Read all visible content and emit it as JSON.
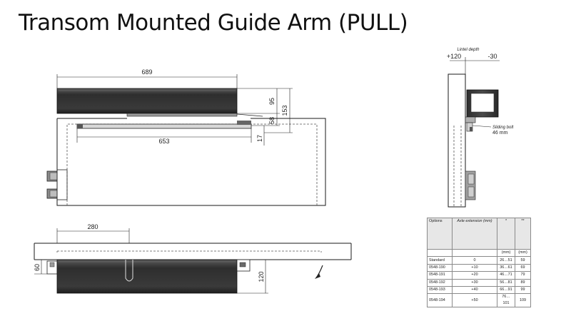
{
  "title": "Transom Mounted Guide Arm (PULL)",
  "front_view": {
    "dim_overall": "689",
    "dim_rail": "653",
    "dim_95": "95",
    "dim_153": "153",
    "dim_58": "58",
    "dim_17": "17"
  },
  "top_view": {
    "dim_280": "280",
    "dim_60": "60",
    "dim_120": "120"
  },
  "side_view": {
    "lintel_label": "Lintel depth",
    "lintel_plus": "+120",
    "lintel_minus": "-30",
    "bolt_label": "Sliding bolt",
    "bolt_size": "46 mm"
  },
  "table": {
    "headers": {
      "options": "Options",
      "axle": "Axle extension (mm)",
      "star": "*",
      "dstar": "**"
    },
    "units": {
      "star": "(mm)",
      "dstar": "(mm)"
    },
    "rows": [
      {
        "option": "Standard",
        "axle": "0",
        "range": "26…51",
        "val": "59"
      },
      {
        "option": "0548-190",
        "axle": "+10",
        "range": "36…61",
        "val": "69"
      },
      {
        "option": "0548-191",
        "axle": "+20",
        "range": "46…71",
        "val": "79"
      },
      {
        "option": "0548-192",
        "axle": "+30",
        "range": "56…81",
        "val": "89"
      },
      {
        "option": "0548-193",
        "axle": "+40",
        "range": "66…91",
        "val": "99"
      },
      {
        "option": "0548-194",
        "axle": "+50",
        "range": "76…101",
        "val": "109"
      }
    ]
  },
  "colors": {
    "body": "#3c3c3c",
    "line": "#1a1a1a",
    "dashed": "#555555",
    "header_bg": "#e7e7e7"
  }
}
